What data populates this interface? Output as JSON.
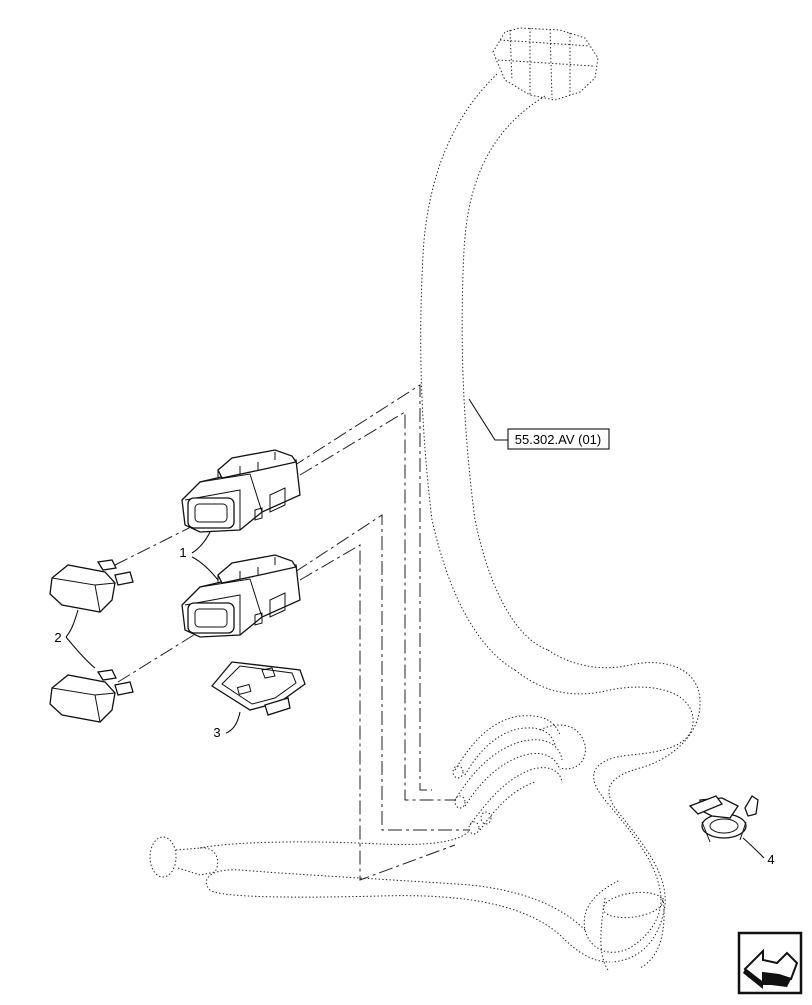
{
  "diagram": {
    "reference_label": "55.302.AV (01)",
    "callouts": {
      "c1": "1",
      "c2": "2",
      "c3": "3",
      "c4": "4"
    },
    "nav_icon": "arrow-page-icon"
  }
}
